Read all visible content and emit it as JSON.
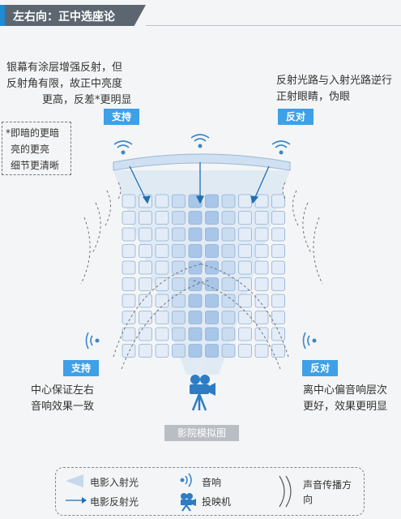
{
  "header": {
    "title": "左右向：正中选座论"
  },
  "top_left": {
    "lines": [
      "银幕有涂层增强反射，但",
      "反射角有限，故正中亮度",
      "更高，反差*更明显"
    ],
    "tag": "支持"
  },
  "top_right": {
    "lines": [
      "反射光路与入射光路逆行",
      "正射眼睛，伪眼"
    ],
    "tag": "反对"
  },
  "note": {
    "lines": [
      "*即暗的更暗",
      "亮的更亮",
      "细节更清晰"
    ]
  },
  "bottom_left": {
    "tag": "支持",
    "lines": [
      "中心保证左右",
      "音响效果一致"
    ]
  },
  "bottom_right": {
    "tag": "反对",
    "lines": [
      "离中心偏音响层次",
      "更好，效果更明显"
    ]
  },
  "diagram": {
    "caption": "影院模拟图",
    "seat_rows": 10,
    "seat_cols": 10,
    "colors": {
      "accent": "#1e8ad6",
      "tag": "#3ea0e6",
      "seat_center": "#a8c6e8",
      "seat_light": "#e3ecf7",
      "screen": "#cfe0f2"
    }
  },
  "legend": {
    "incident_light": "电影入射光",
    "reflected_light": "电影反射光",
    "sound": "音响",
    "projector": "投映机",
    "sound_direction": "声音传播方向"
  }
}
